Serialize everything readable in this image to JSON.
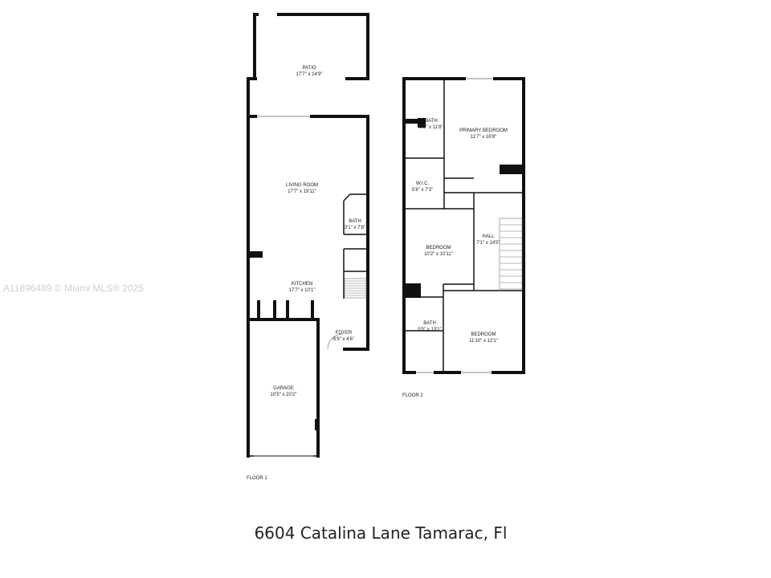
{
  "watermark": "A11896489 © Miami MLS® 2025",
  "address": "6604 Catalina Lane Tamarac, Fl",
  "floors": [
    {
      "label": "FLOOR 1",
      "rooms": [
        {
          "name": "PATIO",
          "dims": "17'7\" x 14'9\""
        },
        {
          "name": "LIVING ROOM",
          "dims": "17'7\" x 19'11\""
        },
        {
          "name": "BATH",
          "dims": "3'1\" x 7'8\""
        },
        {
          "name": "KITCHEN",
          "dims": "17'7\" x 10'1\""
        },
        {
          "name": "FOYER",
          "dims": "6'9\" x 4'6\""
        },
        {
          "name": "GARAGE",
          "dims": "10'5\" x 20'2\""
        }
      ]
    },
    {
      "label": "FLOOR 2",
      "rooms": [
        {
          "name": "BATH",
          "dims": "5'8\" x 11'8\""
        },
        {
          "name": "PRIMARY BEDROOM",
          "dims": "11'7\" x 16'8\""
        },
        {
          "name": "W.I.C.",
          "dims": "5'8\" x 7'3\""
        },
        {
          "name": "HALL",
          "dims": "7'1\" x 14'5\""
        },
        {
          "name": "BEDROOM",
          "dims": "10'2\" x 10'11\""
        },
        {
          "name": "BATH",
          "dims": "5'5\" x 13'1\""
        },
        {
          "name": "BEDROOM",
          "dims": "11'10\" x 12'1\""
        }
      ]
    }
  ]
}
